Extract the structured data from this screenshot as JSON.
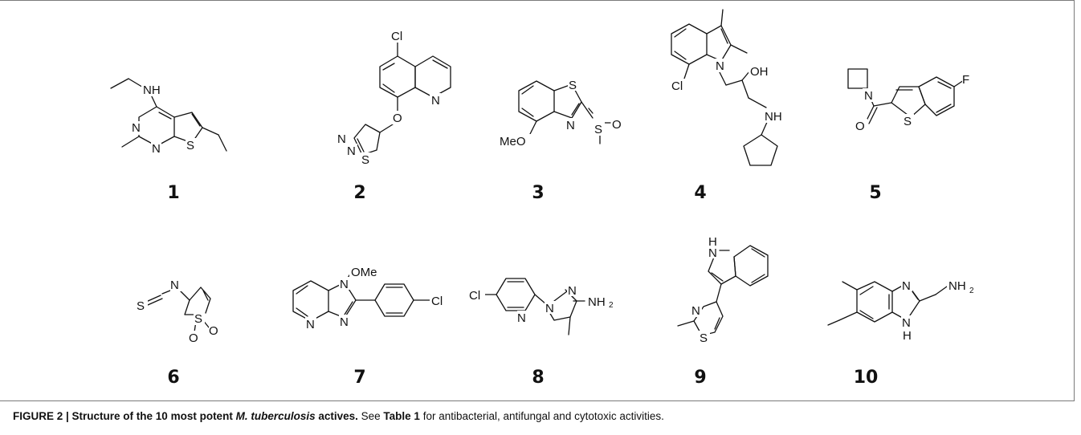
{
  "compounds": [
    {
      "number": "1",
      "labels": [
        "NH",
        "N",
        "N",
        "S"
      ]
    },
    {
      "number": "2",
      "labels": [
        "Cl",
        "N",
        "O",
        "N",
        "N",
        "S"
      ]
    },
    {
      "number": "3",
      "labels": [
        "S",
        "N",
        "MeO",
        "S",
        "O"
      ]
    },
    {
      "number": "4",
      "labels": [
        "N",
        "OH",
        "Cl",
        "NH"
      ]
    },
    {
      "number": "5",
      "labels": [
        "N",
        "O",
        "S",
        "F"
      ]
    },
    {
      "number": "6",
      "labels": [
        "S",
        "N",
        "S",
        "O",
        "O"
      ]
    },
    {
      "number": "7",
      "labels": [
        "OMe",
        "N",
        "N",
        "N",
        "Cl"
      ]
    },
    {
      "number": "8",
      "labels": [
        "Cl",
        "N",
        "N",
        "N",
        "NH",
        "2"
      ]
    },
    {
      "number": "9",
      "labels": [
        "H",
        "N",
        "N",
        "S"
      ]
    },
    {
      "number": "10",
      "labels": [
        "N",
        "NH",
        "2",
        "N",
        "H"
      ]
    }
  ],
  "caption": {
    "label": "FIGURE 2 | ",
    "title_part1": "Structure of the 10 most potent ",
    "title_italic": "M. tuberculosis",
    "title_part2": " actives.",
    "text_part1": " See ",
    "table_ref": "Table 1",
    "text_part2": " for antibacterial, antifungal and cytotoxic activities."
  }
}
